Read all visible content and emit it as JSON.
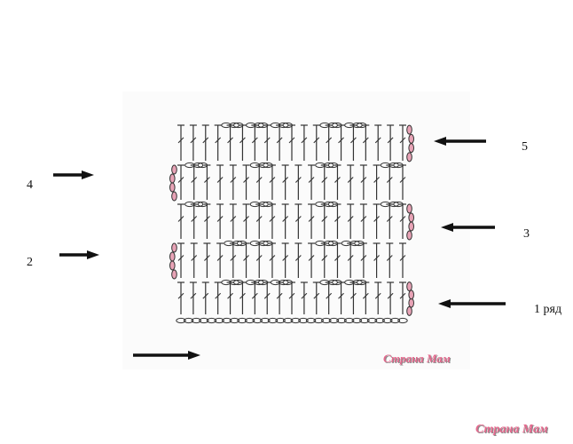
{
  "row_labels": {
    "row1": "1 ряд",
    "row2": "2",
    "row3": "3",
    "row4": "4",
    "row5": "5"
  },
  "watermark": {
    "center": "Страна Мам",
    "corner": "Страна Мам",
    "color": "#e46a8e"
  },
  "colors": {
    "stitch": "#333333",
    "turning_chain": "#e8a3b6",
    "arrow": "#111111",
    "background": "#ffffff",
    "panel": "#fbfbfb"
  },
  "stitches": {
    "foundation_chain_count": 30,
    "row1": [
      "dc",
      "dc",
      "dc",
      "dc",
      "ch",
      "dc",
      "ch",
      "dc",
      "ch",
      "dc",
      "dc",
      "dc",
      "ch",
      "dc",
      "ch",
      "dc",
      "dc",
      "dc",
      "dc"
    ],
    "row2": [
      "dc",
      "dc",
      "dc",
      "dc",
      "ch",
      "dc",
      "ch",
      "dc",
      "dc",
      "dc",
      "dc",
      "ch",
      "dc",
      "ch",
      "dc",
      "dc",
      "dc",
      "dc"
    ],
    "row3": [
      "dc",
      "ch",
      "dc",
      "dc",
      "dc",
      "dc",
      "ch",
      "dc",
      "dc",
      "dc",
      "dc",
      "ch",
      "dc",
      "dc",
      "dc",
      "dc",
      "ch",
      "dc"
    ],
    "row4": [
      "dc",
      "ch",
      "dc",
      "dc",
      "dc",
      "dc",
      "ch",
      "dc",
      "dc",
      "dc",
      "dc",
      "ch",
      "dc",
      "dc",
      "dc",
      "dc",
      "ch",
      "dc"
    ],
    "row5": [
      "dc",
      "dc",
      "dc",
      "dc",
      "ch",
      "dc",
      "ch",
      "dc",
      "ch",
      "dc",
      "dc",
      "dc",
      "ch",
      "dc",
      "ch",
      "dc",
      "dc",
      "dc",
      "dc"
    ]
  }
}
